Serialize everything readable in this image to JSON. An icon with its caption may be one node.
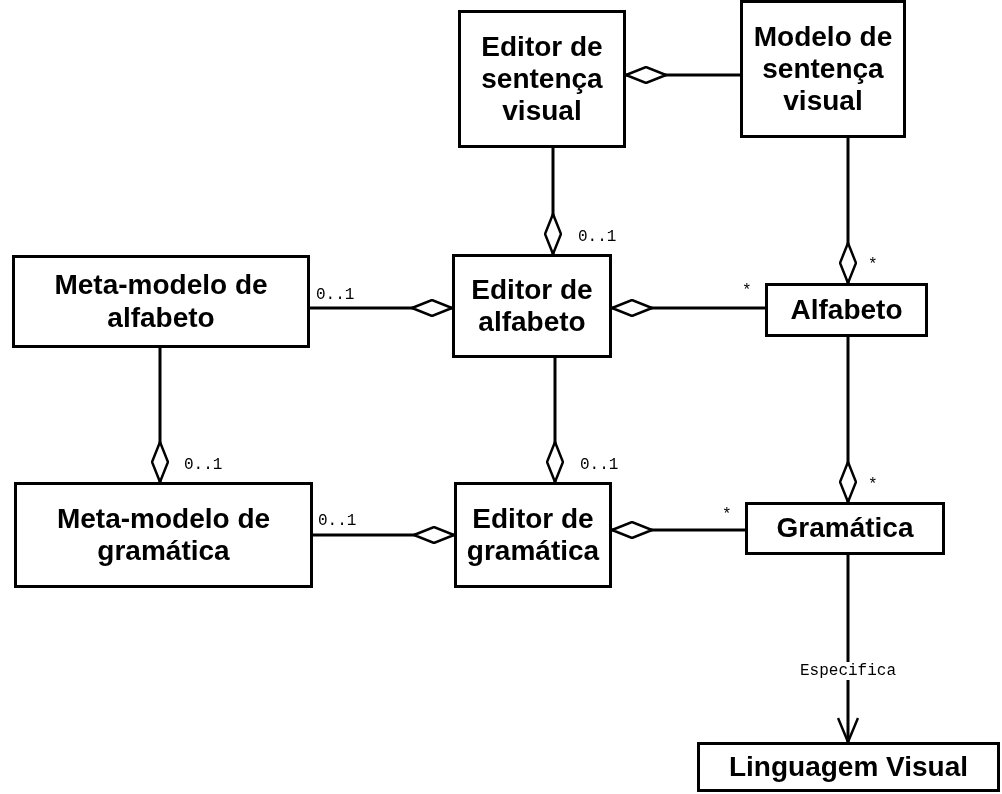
{
  "diagram": {
    "nodes": [
      {
        "text": [
          "Editor de sentença visual"
        ]
      },
      {
        "text": [
          "Modelo de sentença visual"
        ]
      },
      {
        "text": [
          "Meta-modelo de alfabeto"
        ]
      },
      {
        "text": [
          "Editor de alfabeto"
        ]
      },
      {
        "text": [
          "Alfabeto"
        ]
      },
      {
        "text": [
          "Meta-modelo de gramática"
        ]
      },
      {
        "text": [
          "Editor de gramática"
        ]
      },
      {
        "text": [
          "Gramática"
        ]
      },
      {
        "text": [
          "Linguagem Visual"
        ]
      }
    ],
    "edges": [
      {
        "from": 1,
        "to": 0,
        "arrow": "other"
      },
      {
        "from": 0,
        "to": 3,
        "arrow": "other"
      },
      {
        "from": 1,
        "to": 4,
        "arrow": "other"
      },
      {
        "from": 2,
        "to": 3,
        "arrow": "other"
      },
      {
        "from": 4,
        "to": 3,
        "arrow": "other"
      },
      {
        "from": 2,
        "to": 5,
        "arrow": "other"
      },
      {
        "from": 3,
        "to": 6,
        "arrow": "other"
      },
      {
        "from": 4,
        "to": 7,
        "arrow": "other"
      },
      {
        "from": 5,
        "to": 6,
        "arrow": "other"
      },
      {
        "from": 7,
        "to": 6,
        "arrow": "other"
      },
      {
        "from": 7,
        "to": 8,
        "label": "Especifica",
        "arrow": "to"
      }
    ],
    "labels": [
      "0..1",
      "*",
      "0..1",
      "*",
      "0..1",
      "0..1",
      "*",
      "0..1",
      "*"
    ]
  }
}
